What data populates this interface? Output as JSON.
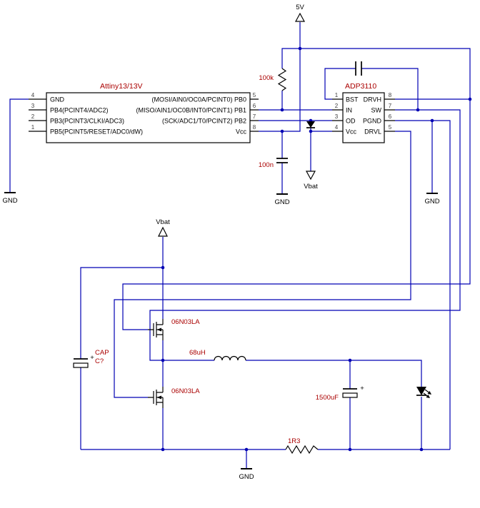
{
  "colors": {
    "wire": "#0000b4",
    "symbol": "#000000",
    "label": "#aa0000",
    "pin_number": "#404040"
  },
  "supplies": {
    "v5": "5V",
    "vbat": "Vbat",
    "gnd": "GND"
  },
  "mcu": {
    "name": "Attiny13/13V",
    "pins_left": [
      {
        "n": "4",
        "l": "GND"
      },
      {
        "n": "3",
        "l": "PB4(PCINT4/ADC2)"
      },
      {
        "n": "2",
        "l": "PB3(PCINT3/CLKI/ADC3)"
      },
      {
        "n": "1",
        "l": "PB5(PCINT5/RESET/ADC0/dW)"
      }
    ],
    "pins_right": [
      {
        "n": "5",
        "l": "(MOSI/AIN0/OC0A/PCINT0) PB0"
      },
      {
        "n": "6",
        "l": "(MISO/AIN1/OC0B/INT0/PCINT1) PB1"
      },
      {
        "n": "7",
        "l": "(SCK/ADC1/T0/PCINT2) PB2"
      },
      {
        "n": "8",
        "l": "Vcc"
      }
    ]
  },
  "driver": {
    "name": "ADP3110",
    "pins_left": [
      {
        "n": "1",
        "l": "BST"
      },
      {
        "n": "2",
        "l": "IN"
      },
      {
        "n": "3",
        "l": "OD"
      },
      {
        "n": "4",
        "l": "Vcc"
      }
    ],
    "pins_right": [
      {
        "n": "8",
        "l": "DRVH"
      },
      {
        "n": "7",
        "l": "SW"
      },
      {
        "n": "6",
        "l": "PGND"
      },
      {
        "n": "5",
        "l": "DRVL"
      }
    ]
  },
  "parts": {
    "r_pullup": "100k",
    "c_decouple": "100n",
    "l_main": "68uH",
    "c_out": "1500uF",
    "c_in_name": "CAP",
    "c_in_value": "C?",
    "r_sense": "1R3",
    "fet_high": "06N03LA",
    "fet_low": "06N03LA",
    "plus": "+"
  }
}
